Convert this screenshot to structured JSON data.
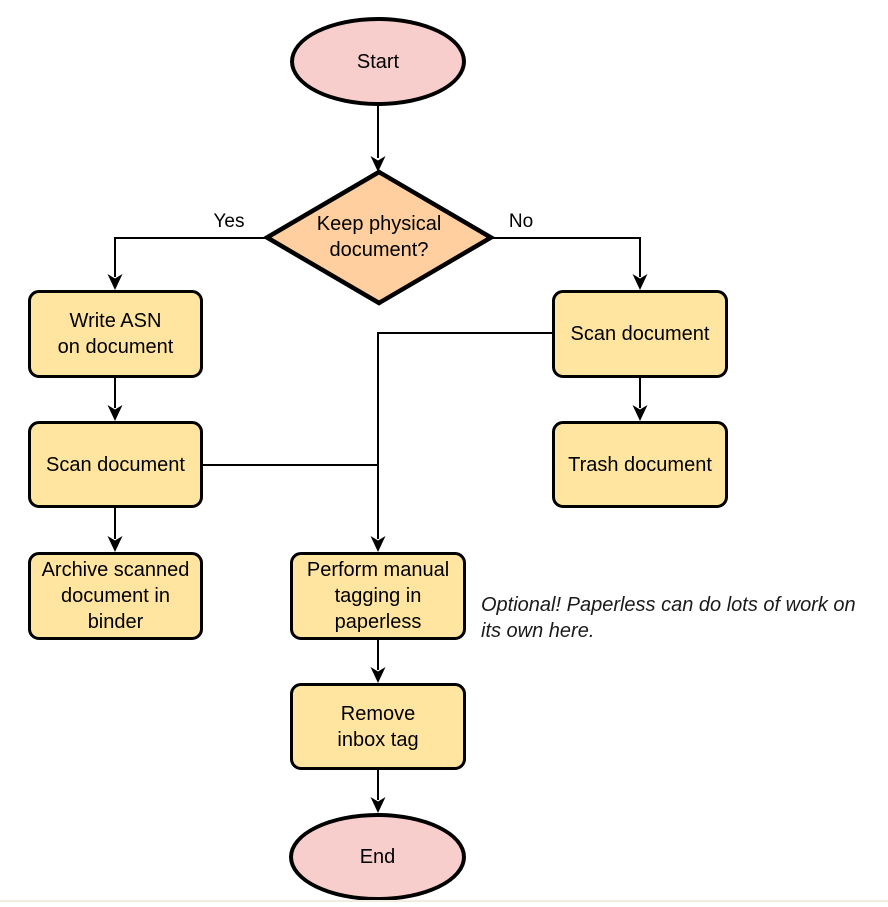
{
  "colors": {
    "terminal_fill": "#f8cecc",
    "decision_fill": "#ffcf9f",
    "process_fill": "#ffe5a0",
    "stroke": "#000000",
    "text": "#000000"
  },
  "nodes": {
    "start": "Start",
    "decision": "Keep physical\ndocument?",
    "write_asn": "Write ASN\non document",
    "scan_left": "Scan document",
    "archive": "Archive scanned\ndocument in\nbinder",
    "scan_right": "Scan document",
    "trash": "Trash document",
    "tagging": "Perform manual\ntagging in\npaperless",
    "remove_inbox": "Remove\ninbox tag",
    "end": "End"
  },
  "edge_labels": {
    "yes": "Yes",
    "no": "No"
  },
  "note": "Optional! Paperless can do lots of work on\nits own here."
}
